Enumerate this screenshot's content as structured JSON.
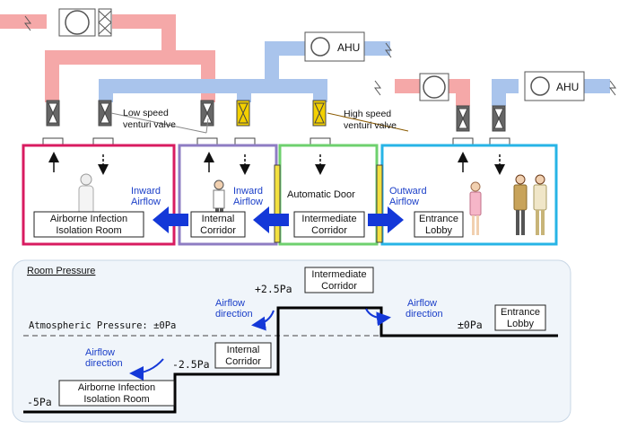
{
  "top": {
    "ahu_label": "AHU",
    "valves": {
      "low_speed": [
        "Low speed",
        "venturi valve"
      ],
      "high_speed": [
        "High speed",
        "venturi valve"
      ]
    },
    "rooms": {
      "isolation": [
        "Airborne Infection",
        "Isolation Room"
      ],
      "internal": [
        "Internal",
        "Corridor"
      ],
      "intermediate": [
        "Intermediate",
        "Corridor"
      ],
      "lobby": [
        "Entrance",
        "Lobby"
      ]
    },
    "airflow": {
      "inward": [
        "Inward",
        "Airflow"
      ],
      "outward": [
        "Outward",
        "Airflow"
      ]
    },
    "automatic_door": "Automatic Door",
    "colors": {
      "supply_pipe": "#f5a8a8",
      "exhaust_pipe": "#a9c4ec",
      "isolation_border": "#d81b60",
      "internal_border": "#8e7cc3",
      "intermediate_border": "#6ed06e",
      "lobby_border": "#27b4e6",
      "arrow": "#1438d8",
      "high_speed_valve": "#f3d000"
    }
  },
  "pressure": {
    "title": "Room Pressure",
    "atmospheric": "Atmospheric Pressure: ±0Pa",
    "levels": {
      "minus5": "-5Pa",
      "minus2_5": "-2.5Pa",
      "plus2_5": "+2.5Pa",
      "zero": "±0Pa"
    },
    "rooms": {
      "isolation": [
        "Airborne Infection",
        "Isolation Room"
      ],
      "internal": [
        "Internal",
        "Corridor"
      ],
      "intermediate": [
        "Intermediate",
        "Corridor"
      ],
      "lobby": [
        "Entrance",
        "Lobby"
      ]
    },
    "airflow_direction": [
      "Airflow",
      "direction"
    ]
  }
}
